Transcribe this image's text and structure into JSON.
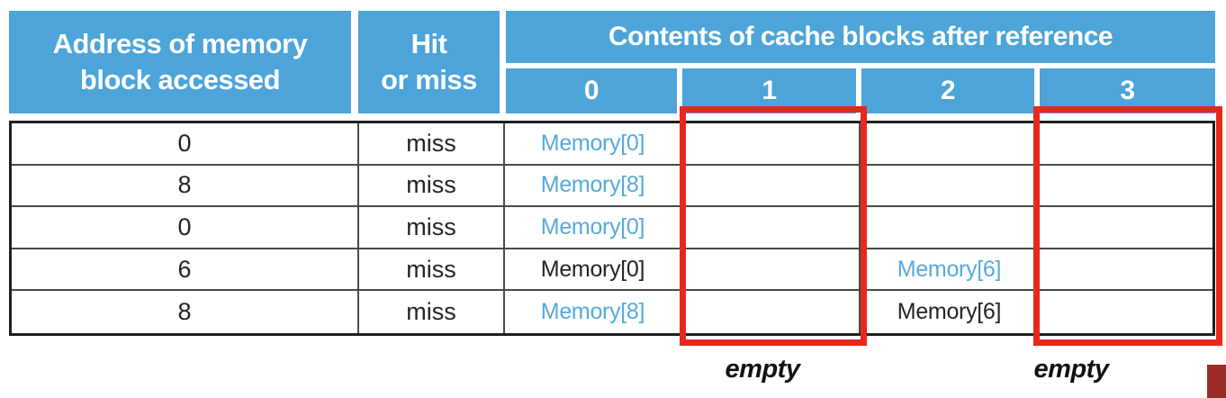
{
  "table": {
    "header": {
      "address_label": "Address of memory\nblock accessed",
      "hit_label": "Hit\nor miss",
      "contents_label": "Contents of cache blocks after reference",
      "block_columns": [
        "0",
        "1",
        "2",
        "3"
      ]
    },
    "rows": [
      {
        "address": "0",
        "hit": "miss",
        "blocks": [
          "Memory[0]",
          "",
          "",
          ""
        ]
      },
      {
        "address": "8",
        "hit": "miss",
        "blocks": [
          "Memory[8]",
          "",
          "",
          ""
        ]
      },
      {
        "address": "0",
        "hit": "miss",
        "blocks": [
          "Memory[0]",
          "",
          "",
          ""
        ]
      },
      {
        "address": "6",
        "hit": "miss",
        "blocks": [
          "Memory[0]",
          "",
          "Memory[6]",
          ""
        ]
      },
      {
        "address": "8",
        "hit": "miss",
        "blocks": [
          "Memory[8]",
          "",
          "Memory[6]",
          ""
        ]
      }
    ],
    "new_entry_cells": [
      [
        0,
        0
      ],
      [
        1,
        0
      ],
      [
        2,
        0
      ],
      [
        3,
        2
      ],
      [
        4,
        0
      ]
    ]
  },
  "annotations": {
    "empty_labels": [
      "empty",
      "empty"
    ]
  },
  "colors": {
    "header_blue": "#4ca4d9",
    "new_entry_blue": "#56aadd",
    "highlight_red": "#e6281e",
    "corner_dark_red": "#9e2d27",
    "text_dark": "#242424"
  }
}
